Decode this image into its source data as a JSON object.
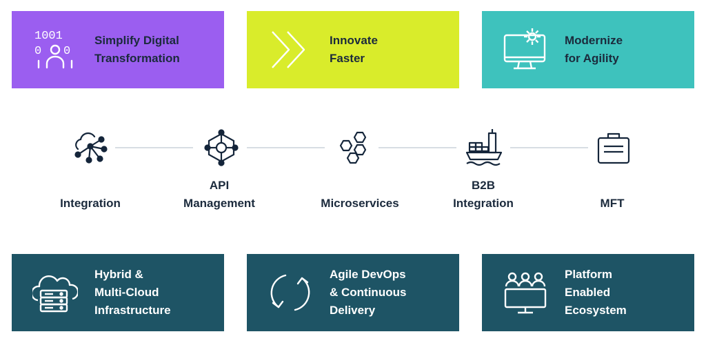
{
  "top_cards": {
    "simplify": {
      "label_line1": "Simplify Digital",
      "label_line2": "Transformation",
      "icon": "binary-people-icon"
    },
    "innovate": {
      "label_line1": "Innovate",
      "label_line2": "Faster",
      "icon": "double-chevron-right-icon"
    },
    "modernize": {
      "label_line1": "Modernize",
      "label_line2": "for Agility",
      "icon": "monitor-gear-icon"
    }
  },
  "flow": {
    "nodes": [
      {
        "line1": "",
        "line2": "Integration",
        "icon": "cloud-network-icon"
      },
      {
        "line1": "API",
        "line2": "Management",
        "icon": "api-hexagon-icon"
      },
      {
        "line1": "",
        "line2": "Microservices",
        "icon": "hexagon-cluster-icon"
      },
      {
        "line1": "B2B",
        "line2": "Integration",
        "icon": "cargo-ship-icon"
      },
      {
        "line1": "",
        "line2": "MFT",
        "icon": "briefcase-icon"
      }
    ]
  },
  "bottom_cards": {
    "hybrid": {
      "line1": "Hybrid &",
      "line2": "Multi-Cloud",
      "line3": "Infrastructure",
      "icon": "cloud-server-icon"
    },
    "devops": {
      "line1": "Agile DevOps",
      "line2": "& Continuous",
      "line3": "Delivery",
      "icon": "cycle-arrows-icon"
    },
    "platform": {
      "line1": "Platform",
      "line2": "Enabled",
      "line3": "Ecosystem",
      "icon": "people-monitor-icon"
    }
  },
  "colors": {
    "purple": "#9b5ef0",
    "lime": "#d9ec2b",
    "teal": "#3ec2bd",
    "navy": "#1e5465",
    "text": "#1b2a3c"
  }
}
